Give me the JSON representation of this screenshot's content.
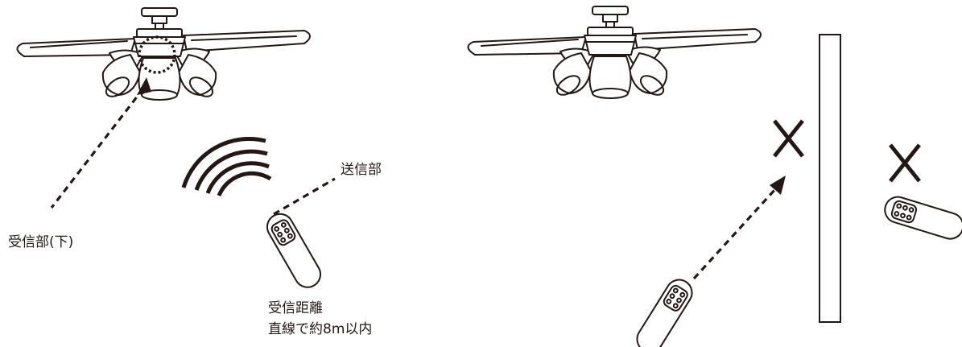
{
  "labels": {
    "receiver": "受信部(下)",
    "transmitter": "送信部",
    "distance_line1": "受信距離",
    "distance_line2": "直線で約8m以内"
  },
  "icons": [
    "ceiling-fan-icon",
    "remote-control-icon",
    "signal-waves-icon",
    "cross-mark-icon",
    "wall-obstacle-icon"
  ],
  "colors": {
    "ink": "#231815",
    "background": "#ffffff"
  }
}
